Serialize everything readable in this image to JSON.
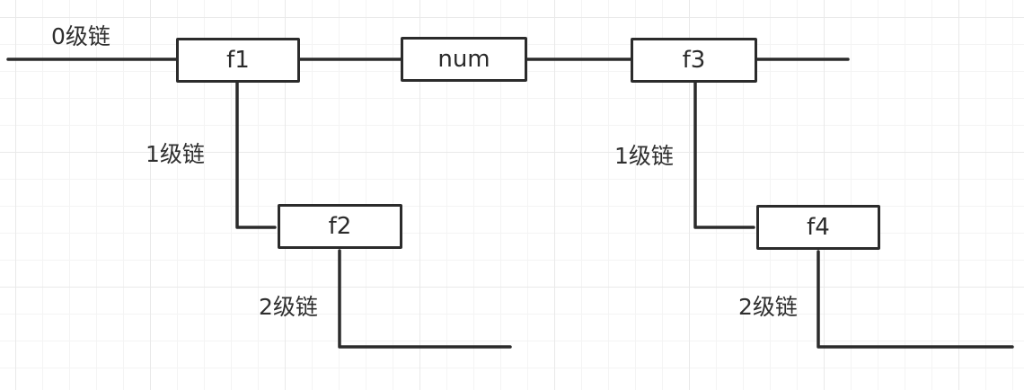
{
  "diagram": {
    "type": "linked-chain-diagram",
    "nodes": [
      {
        "id": "f1",
        "label": "f1"
      },
      {
        "id": "num",
        "label": "num"
      },
      {
        "id": "f3",
        "label": "f3"
      },
      {
        "id": "f2",
        "label": "f2"
      },
      {
        "id": "f4",
        "label": "f4"
      }
    ],
    "edge_labels": [
      {
        "id": "level0",
        "label": "0级链"
      },
      {
        "id": "level1-left",
        "label": "1级链"
      },
      {
        "id": "level2-left",
        "label": "2级链"
      },
      {
        "id": "level1-right",
        "label": "1级链"
      },
      {
        "id": "level2-right",
        "label": "2级链"
      }
    ],
    "edges": [
      {
        "id": "level0-line",
        "desc": "horizontal line through f1, num, f3"
      },
      {
        "id": "f1-to-f2",
        "desc": "elbow from f1 bottom to f2 left"
      },
      {
        "id": "f3-to-f4",
        "desc": "elbow from f3 bottom to f4 left"
      },
      {
        "id": "f2-tail",
        "desc": "elbow from f2 bottom going right"
      },
      {
        "id": "f4-tail",
        "desc": "elbow from f4 bottom going right"
      }
    ],
    "colors": {
      "stroke": "#2b2b2b",
      "node_fill": "#ffffff",
      "text": "#2f2f2f",
      "grid_minor": "#f4f4f4",
      "grid_major": "#e9e9e9",
      "background": "#ffffff"
    }
  }
}
